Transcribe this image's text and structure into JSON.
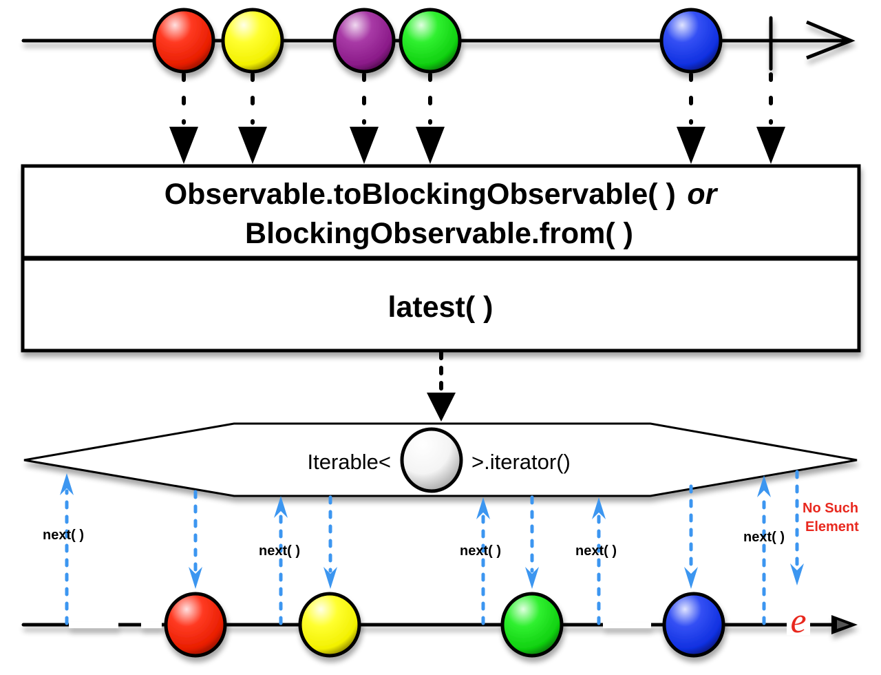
{
  "operator_box": {
    "line1_main": "Observable.toBlockingObservable( )",
    "line1_conj": "or",
    "line2": "BlockingObservable.from( )",
    "operator": "latest( )"
  },
  "iterator_shape": {
    "prefix": "Iterable<",
    "suffix": ">.iterator()"
  },
  "source_timeline": {
    "items": [
      {
        "color": "red",
        "fill": "#ff2a10"
      },
      {
        "color": "yellow",
        "fill": "#ffff00"
      },
      {
        "color": "purple",
        "fill": "#9a1f98"
      },
      {
        "color": "green",
        "fill": "#16e816"
      },
      {
        "color": "blue",
        "fill": "#1e3af0"
      }
    ],
    "terminates_with": "completion"
  },
  "output_timeline": {
    "items": [
      {
        "color": "red",
        "fill": "#ff2a10"
      },
      {
        "color": "yellow",
        "fill": "#ffff00"
      },
      {
        "color": "green",
        "fill": "#16e816"
      },
      {
        "color": "blue",
        "fill": "#1e3af0"
      }
    ],
    "error_symbol": "e"
  },
  "labels": {
    "next_calls": [
      "next( )",
      "next( )",
      "next( )",
      "next( )",
      "next( )"
    ],
    "error_line1": "No Such",
    "error_line2": "Element"
  },
  "colors": {
    "call_arrow": "#3c96f0",
    "error_text": "#e8281e",
    "line": "#000000"
  }
}
